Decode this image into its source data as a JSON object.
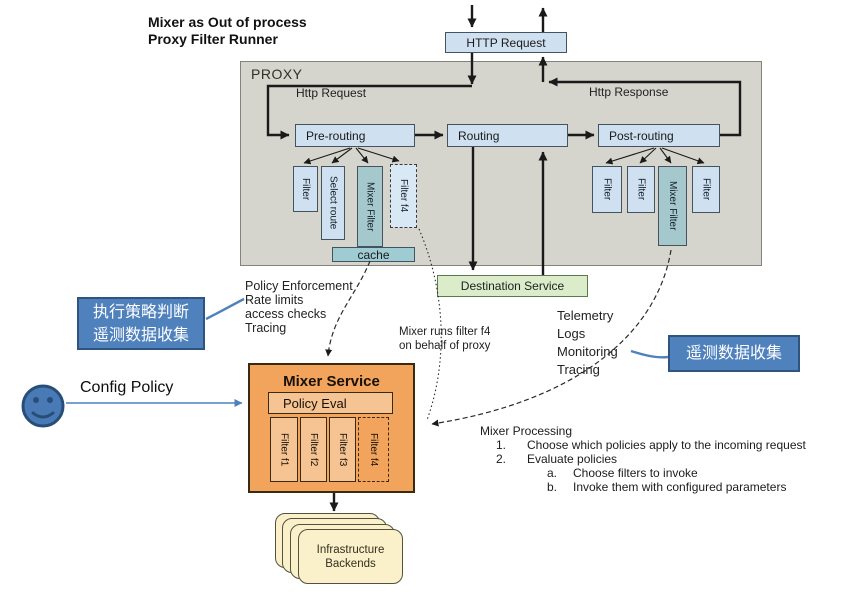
{
  "page": {
    "title_line1": "Mixer as Out of process",
    "title_line2": "Proxy Filter Runner"
  },
  "http_request_box": {
    "label": "HTTP Request"
  },
  "proxy": {
    "label": "PROXY",
    "http_request_label": "Http Request",
    "http_response_label": "Http Response",
    "stages": {
      "pre": "Pre-routing",
      "routing": "Routing",
      "post": "Post-routing"
    },
    "pre_filters": [
      "Filter",
      "Select route",
      "Mixer Filter",
      "Filter f4"
    ],
    "cache_label": "cache",
    "post_filters": [
      "Filter",
      "Filter",
      "Mixer Filter",
      "Filter"
    ]
  },
  "destination_service": {
    "label": "Destination Service"
  },
  "callout_left": {
    "line1": "执行策略判断",
    "line2": "遥测数据收集"
  },
  "callout_right": {
    "label": "遥测数据收集"
  },
  "policy_note": {
    "lines": [
      "Policy Enforcement",
      "Rate limits",
      "access checks",
      "Tracing"
    ]
  },
  "mixer_note": {
    "line1": "Mixer runs filter f4",
    "line2": "on behalf of proxy"
  },
  "telemetry_note": {
    "lines": [
      "Telemetry",
      "Logs",
      "Monitoring",
      "Tracing"
    ]
  },
  "config_policy": {
    "label": "Config Policy"
  },
  "mixer_service": {
    "title": "Mixer Service",
    "policy_eval": "Policy Eval",
    "filters": [
      "Filter f1",
      "Filter f2",
      "Filter f3",
      "Filter f4"
    ]
  },
  "mixer_processing": {
    "heading": "Mixer Processing",
    "items": [
      {
        "marker": "1.",
        "text": "Choose which policies apply to the incoming request"
      },
      {
        "marker": "2.",
        "text": "Evaluate policies"
      }
    ],
    "subitems": [
      {
        "marker": "a.",
        "text": "Choose filters to invoke"
      },
      {
        "marker": "b.",
        "text": "Invoke them with configured parameters"
      }
    ]
  },
  "infrastructure": {
    "line1": "Infrastructure",
    "line2": "Backends"
  },
  "colors": {
    "accent_blue": "#4f81bd",
    "proxy_gray": "#d5d5cd",
    "stage_blue": "#cfe0f0",
    "mixer_teal": "#a4c8cc",
    "service_orange": "#f2a45c",
    "dest_green": "#daecca",
    "backend_cream": "#faf0c9"
  }
}
